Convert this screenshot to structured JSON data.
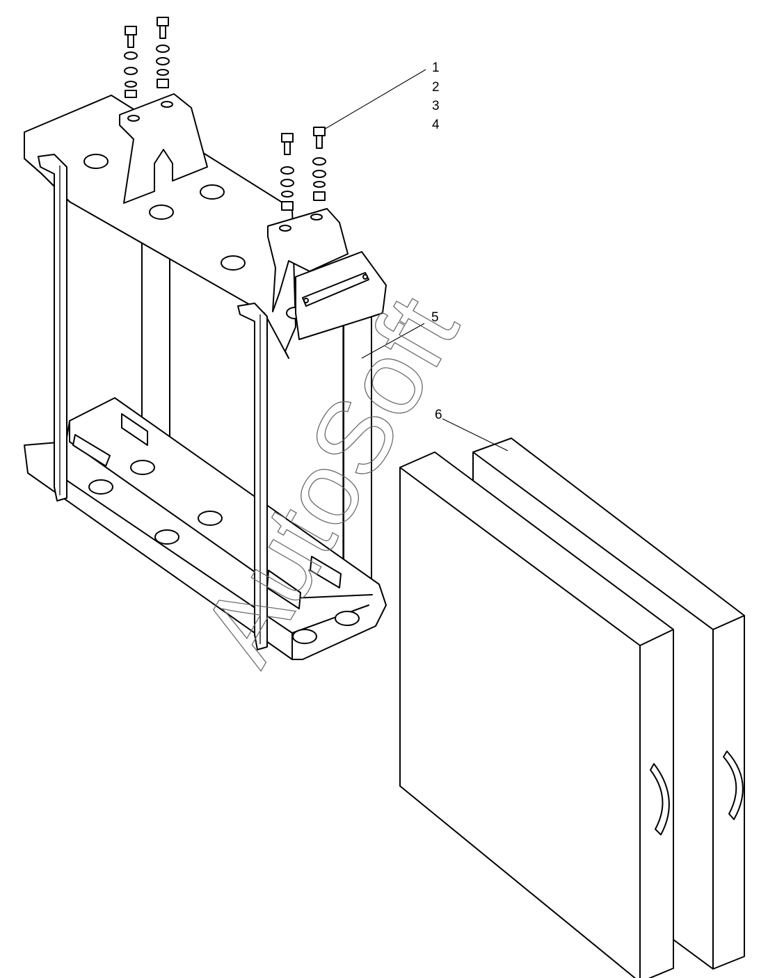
{
  "diagram": {
    "callouts": [
      "1",
      "2",
      "3",
      "4",
      "5",
      "6"
    ],
    "watermark": "AutoSoft",
    "colors": {
      "line": "#000000",
      "background": "#ffffff",
      "watermark": "#6b6b6b"
    }
  }
}
